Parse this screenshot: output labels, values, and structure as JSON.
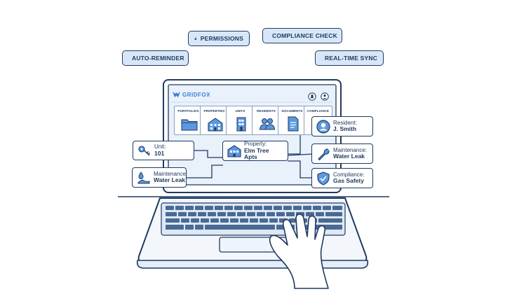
{
  "bubbles": {
    "permissions": "PERMISSIONS",
    "compliance_check": "COMPLIANCE CHECK",
    "auto_reminder": "AUTO-REMINDER",
    "real_time_sync": "REAL-TIME SYNC"
  },
  "app": {
    "brand": "GRIDFOX"
  },
  "tiles": [
    {
      "label": "PORTFOLIOS",
      "icon": "folder-icon"
    },
    {
      "label": "PROPERTIES",
      "icon": "building-icon"
    },
    {
      "label": "UNITS",
      "icon": "door-icon"
    },
    {
      "label": "RESIDENTS",
      "icon": "people-icon"
    },
    {
      "label": "DOCUMENTS",
      "icon": "document-icon"
    },
    {
      "label": "COMPLIANCE",
      "icon": "shield-icon"
    }
  ],
  "cards": {
    "resident": {
      "key": "Resident:",
      "value": "J. Smith"
    },
    "property": {
      "key": "Property:",
      "value": "Elm Tree Apts"
    },
    "unit": {
      "key": "Unit:",
      "value": "101"
    },
    "maintenance_right": {
      "key": "Maintenance:",
      "value": "Water Leak"
    },
    "maintenance_left": {
      "key": "Maintenance:",
      "value": "Water Leak"
    },
    "compliance": {
      "key": "Compliance:",
      "value": "Gas Safety"
    }
  },
  "colors": {
    "outline": "#1f3a60",
    "accent": "#3b82d6",
    "bubble_fill": "#d8e7f8"
  }
}
